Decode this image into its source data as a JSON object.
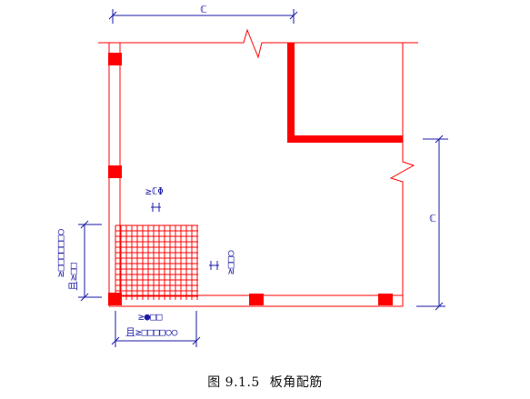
{
  "figure": {
    "caption_number": "图 9.1.5",
    "caption_title": "板角配筋"
  },
  "colors": {
    "wall": "#ff0000",
    "dimension": "#1a1aa6",
    "background": "#ffffff"
  },
  "dimensions": {
    "top_span": "ℂ",
    "right_span": "ℂ"
  },
  "annotations": {
    "upper_label": "≥ℂΦ",
    "left_vertical": "≥□□□□□□○",
    "left_vertical_b": "且≥□□",
    "right_vertical": "≥□□○",
    "bottom_label_a": "≥●□□",
    "bottom_label_b": "且≥□□□□○○"
  }
}
